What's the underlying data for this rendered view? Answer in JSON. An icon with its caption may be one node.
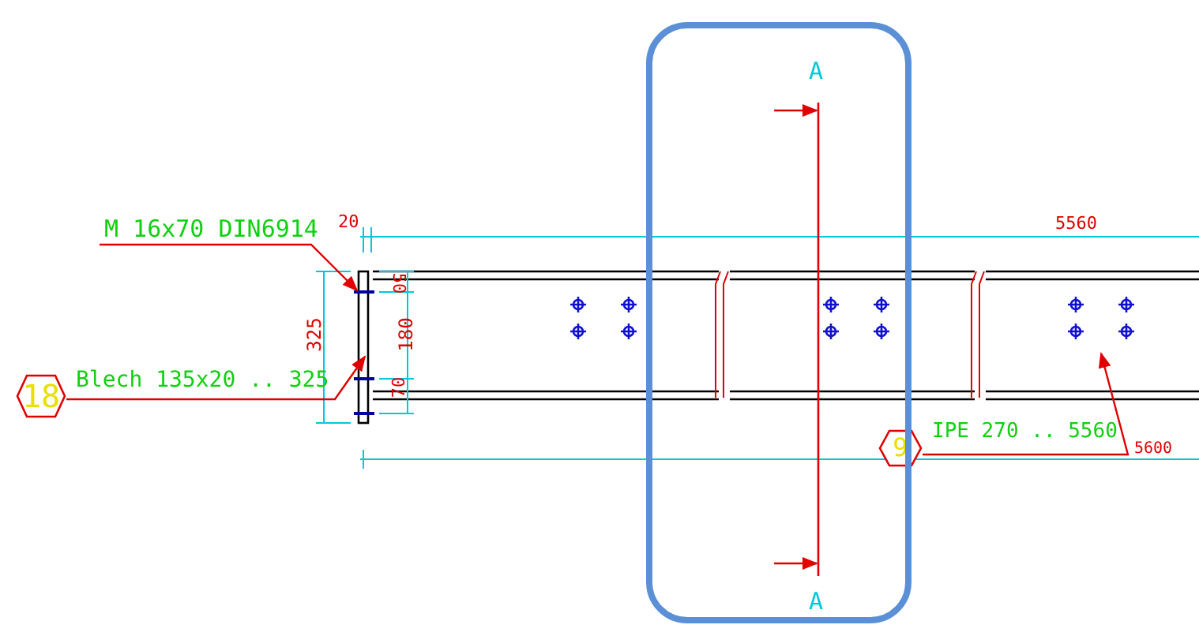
{
  "diagram": {
    "nodes": [
      {
        "text": [
          "M 16x70 DIN6914"
        ]
      },
      {
        "text": [
          "18"
        ],
        "beside": [
          "Blech 135x20 .. 325"
        ]
      },
      {
        "text": [
          "9"
        ],
        "beside": [
          "IPE 270 .. 5560"
        ]
      },
      {
        "text": [],
        "shape": "box"
      }
    ],
    "edges": [
      {
        "from": 0,
        "to": null,
        "arrow": "to"
      },
      {
        "from": 1,
        "to": null,
        "arrow": "to"
      },
      {
        "from": 2,
        "to": null,
        "arrow": "to"
      }
    ],
    "labels": [
      "A",
      "20",
      "5560",
      "50",
      "325",
      "180",
      "70",
      "5600",
      "A"
    ]
  }
}
